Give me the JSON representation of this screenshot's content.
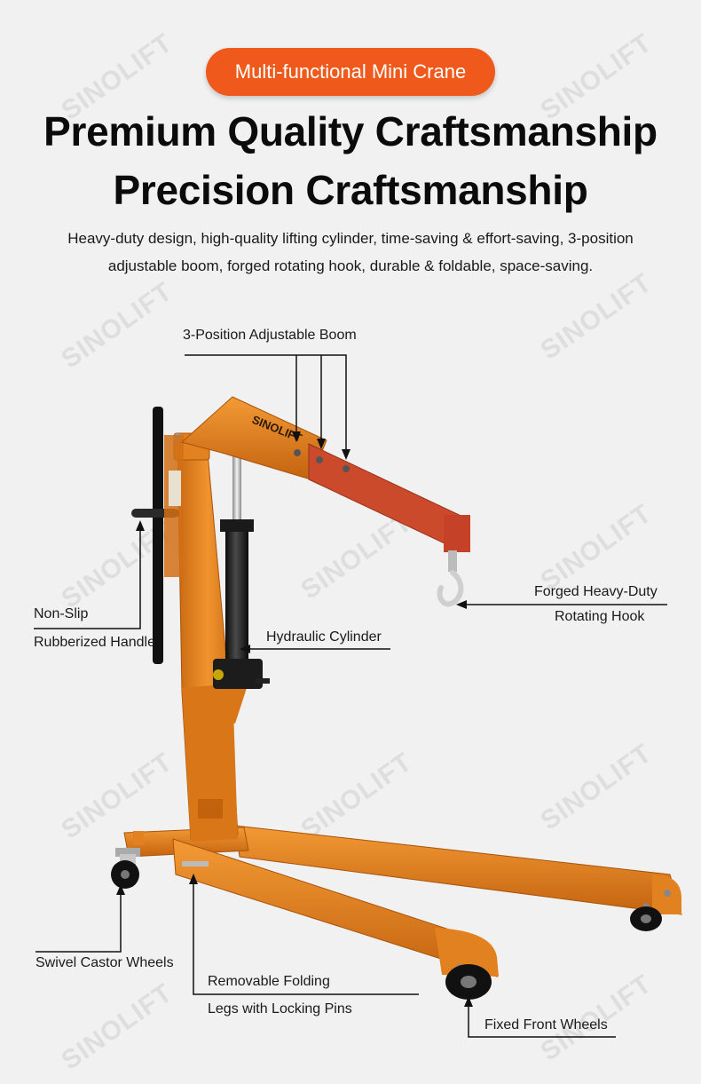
{
  "badge": "Multi-functional Mini Crane",
  "headline": {
    "line1": "Premium Quality Craftsmanship",
    "line2": "Precision Craftsmanship"
  },
  "description": {
    "line1": "Heavy-duty design, high-quality lifting cylinder, time-saving & effort-saving, 3-position",
    "line2": "adjustable boom, forged rotating hook, durable & foldable, space-saving."
  },
  "labels": {
    "boom": "3-Position Adjustable Boom",
    "hook_line1": "Forged Heavy-Duty",
    "hook_line2": "Rotating Hook",
    "handle_line1": "Non-Slip",
    "handle_line2": "Rubberized Handle",
    "cylinder": "Hydraulic Cylinder",
    "castor": "Swivel Castor Wheels",
    "legs_line1": "Removable Folding",
    "legs_line2": "Legs with Locking Pins",
    "front_wheels": "Fixed Front Wheels"
  },
  "brand_watermark": "SINOLIFT",
  "colors": {
    "badge": "#ef5a1c",
    "frame": "#e2811f",
    "boom_extension": "#cc4a2c",
    "background": "#f1f1f1"
  }
}
